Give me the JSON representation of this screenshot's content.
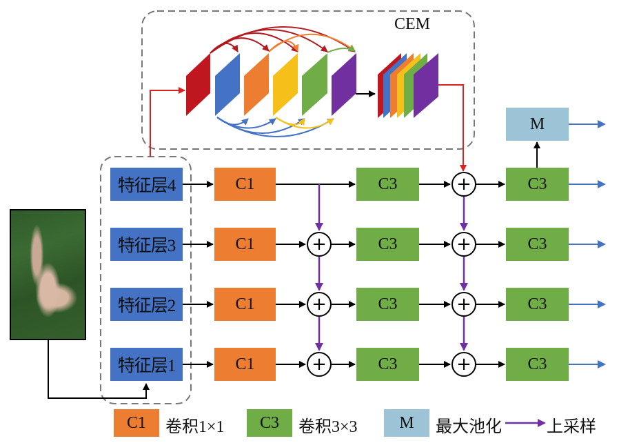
{
  "cem": {
    "label": "CEM",
    "layer_colors": [
      "#c0161f",
      "#4472c4",
      "#ed7d31",
      "#f5c01a",
      "#70ad47",
      "#7030a0"
    ]
  },
  "input_image": {
    "description": "landslide satellite image"
  },
  "feature_layers": [
    {
      "label": "特征层4"
    },
    {
      "label": "特征层3"
    },
    {
      "label": "特征层2"
    },
    {
      "label": "特征层1"
    }
  ],
  "rows": [
    {
      "c1": "C1",
      "c3a": "C3",
      "c3b": "C3"
    },
    {
      "c1": "C1",
      "c3a": "C3",
      "c3b": "C3"
    },
    {
      "c1": "C1",
      "c3a": "C3",
      "c3b": "C3"
    },
    {
      "c1": "C1",
      "c3a": "C3",
      "c3b": "C3"
    }
  ],
  "maxpool": {
    "label": "M"
  },
  "plus_symbol": "+",
  "legend": {
    "c1": {
      "box": "C1",
      "text": "卷积1×1"
    },
    "c3": {
      "box": "C3",
      "text": "卷积3×3"
    },
    "m": {
      "box": "M",
      "text": "最大池化"
    },
    "upsample": {
      "text": "上采样"
    }
  },
  "colors": {
    "feature": "#4472c4",
    "c1": "#ed7d31",
    "c3": "#70ad47",
    "m": "#9dc3d7",
    "upsample_arrow": "#7030a0",
    "output_arrow": "#4472c4",
    "cem_arrow": "#e0201f"
  }
}
